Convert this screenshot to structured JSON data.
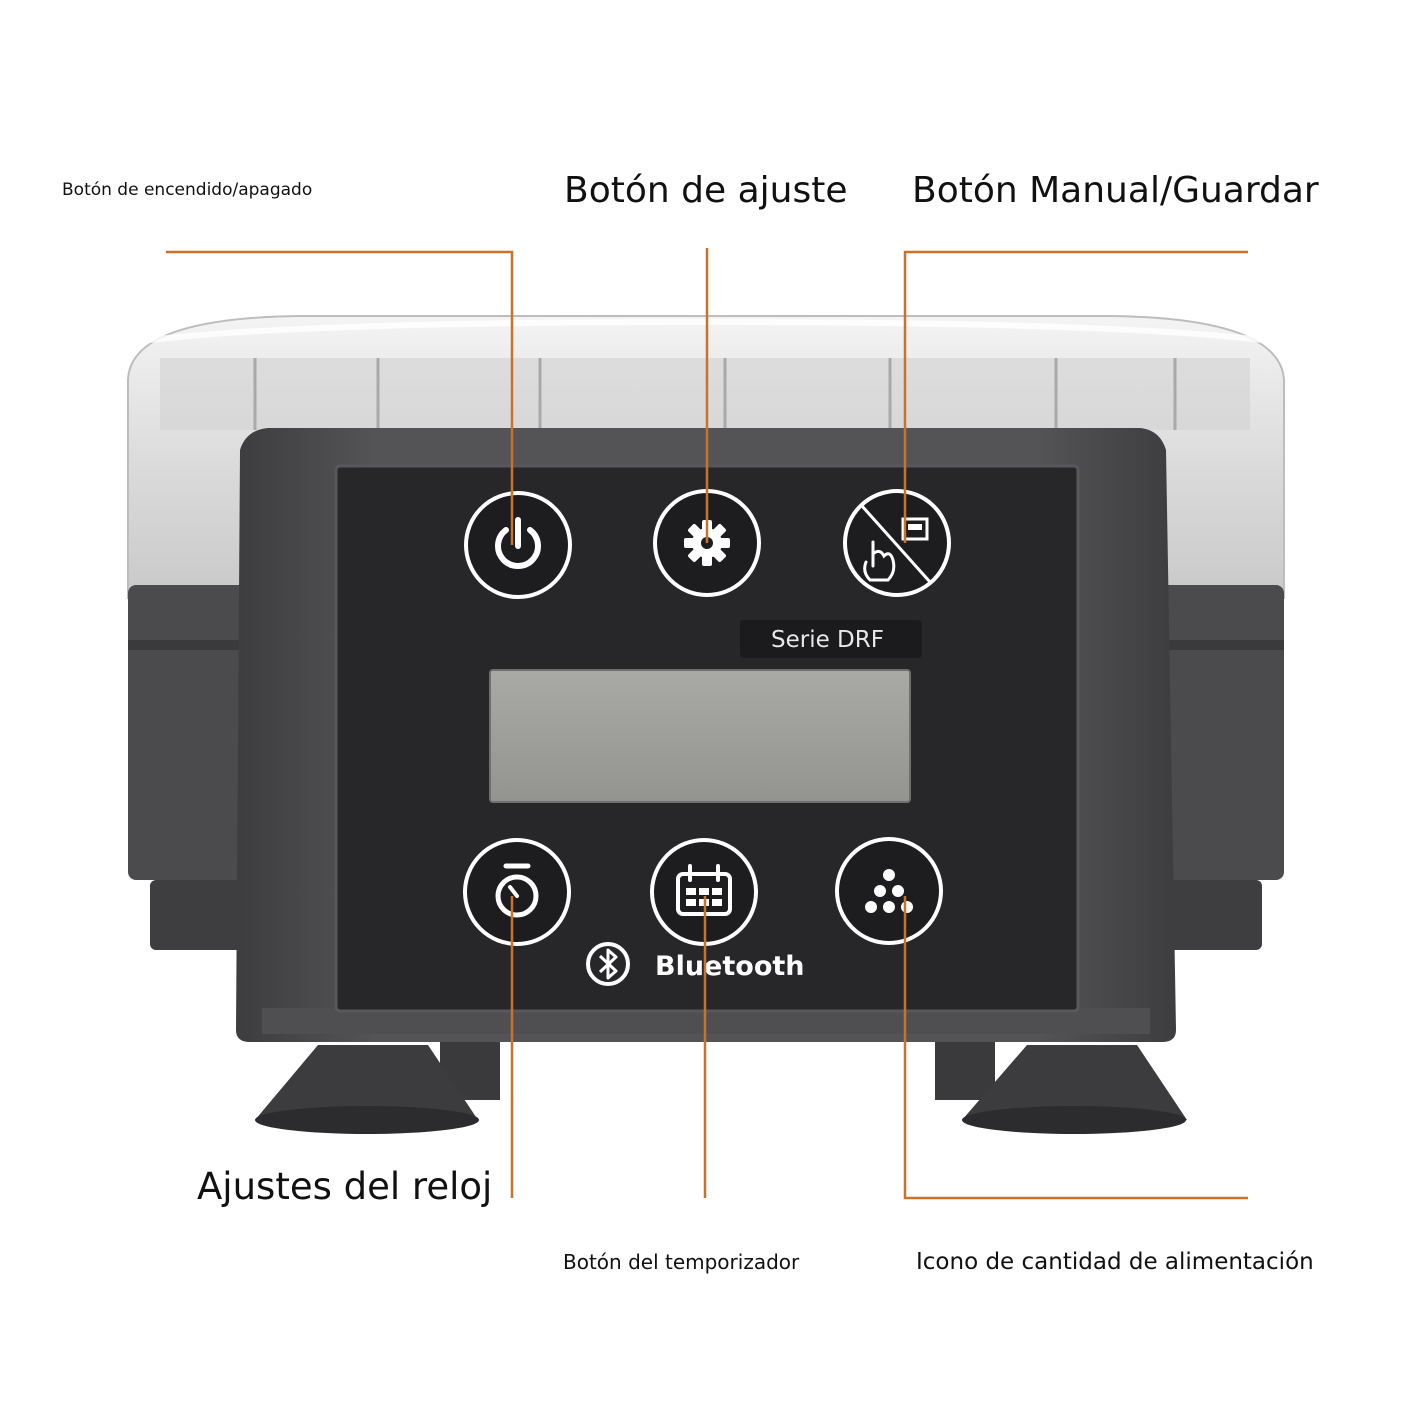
{
  "callouts": {
    "power": "Botón de encendido/apagado",
    "adjust": "Botón de ajuste",
    "manual_save": "Botón Manual/Guardar",
    "clock": "Ajustes del reloj",
    "timer": "Botón del temporizador",
    "food_amount": "Icono de cantidad de alimentación"
  },
  "device": {
    "series_label": "Serie DRF",
    "bluetooth_label": "Bluetooth"
  },
  "colors": {
    "callout_line": "#c8722e",
    "panel": "#2b2b2d",
    "housing": "#4a4a4d",
    "lcd": "#9fa09c",
    "icon_ring": "#ffffff"
  },
  "icons": [
    "power-icon",
    "gear-icon",
    "manual-save-icon",
    "stopwatch-icon",
    "calendar-icon",
    "portion-dots-icon",
    "bluetooth-icon"
  ]
}
